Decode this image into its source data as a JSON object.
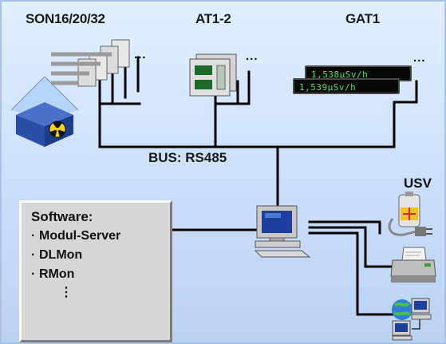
{
  "devices": {
    "son": {
      "title": "SON16/20/32",
      "more": "..."
    },
    "at": {
      "title": "AT1-2",
      "more": "..."
    },
    "gat": {
      "title": "GAT1",
      "more": "...",
      "display1": "1,538µSv/h",
      "display2": "1,539µSv/h"
    }
  },
  "bus": {
    "label": "BUS: RS485"
  },
  "software": {
    "title": "Software:",
    "items": [
      "Modul-Server",
      "DLMon",
      "RMon"
    ],
    "more": "⋮"
  },
  "peripherals": {
    "usv": {
      "label": "USV"
    }
  },
  "icons": [
    "sensor-array-icon",
    "radiation-source-icon",
    "panel-meter-icon",
    "computer-icon",
    "ups-battery-icon",
    "printer-icon",
    "network-computers-icon"
  ],
  "colors": {
    "background": "#cbdef9",
    "lcd_text": "#47e36a",
    "wire": "#000000"
  }
}
